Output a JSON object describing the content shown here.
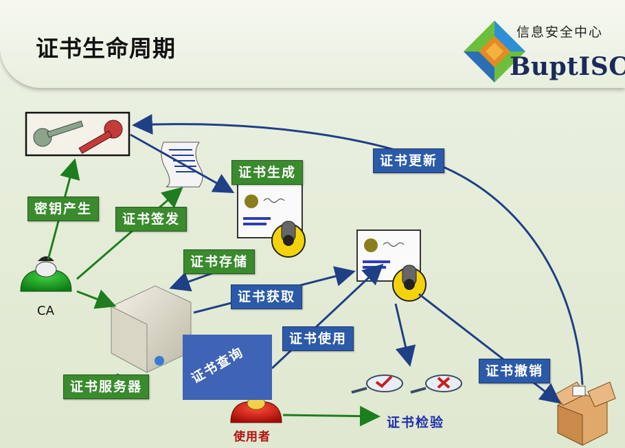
{
  "header": {
    "title": "证书生命周期",
    "org_cn": "信息安全中心",
    "org_en": "BuptISC"
  },
  "labels": {
    "key_gen": "密钥产生",
    "issue": "证书签发",
    "generate": "证书生成",
    "renew": "证书更新",
    "store": "证书存储",
    "fetch": "证书获取",
    "use": "证书使用",
    "query": "证书查询",
    "server": "证书服务器",
    "revoke": "证书撤销",
    "verify": "证书检验",
    "user": "使用者",
    "ca": "CA"
  },
  "colors": {
    "green_label": "#3a8a2e",
    "blue_label": "#2b5aa8",
    "arrow_blue": "#1f3f86",
    "arrow_green": "#1e7d1e"
  }
}
